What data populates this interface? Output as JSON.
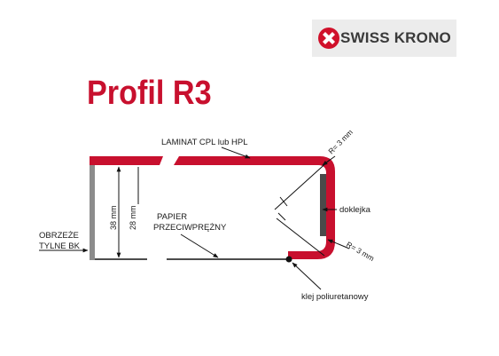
{
  "logo": {
    "text": "SWISS KRONO",
    "mark_color": "#d0102a"
  },
  "title": "Profil R3",
  "labels": {
    "laminate": "LAMINAT CPL lub HPL",
    "radius_top": "R= 3 mm",
    "radius_bottom": "R= 3 mm",
    "edge_strip": "doklejka",
    "paper_line1": "PAPIER",
    "paper_line2": "PRZECIWPRĘŻNY",
    "back_edge_line1": "OBRZEŻE",
    "back_edge_line2": "TYLNE BK",
    "glue": "klej poliuretanowy",
    "dim_outer": "38 mm",
    "dim_inner": "28 mm"
  },
  "colors": {
    "accent": "#c8102e",
    "edge_strip": "#4a4a4a",
    "back_edge": "#8c8c8c"
  }
}
